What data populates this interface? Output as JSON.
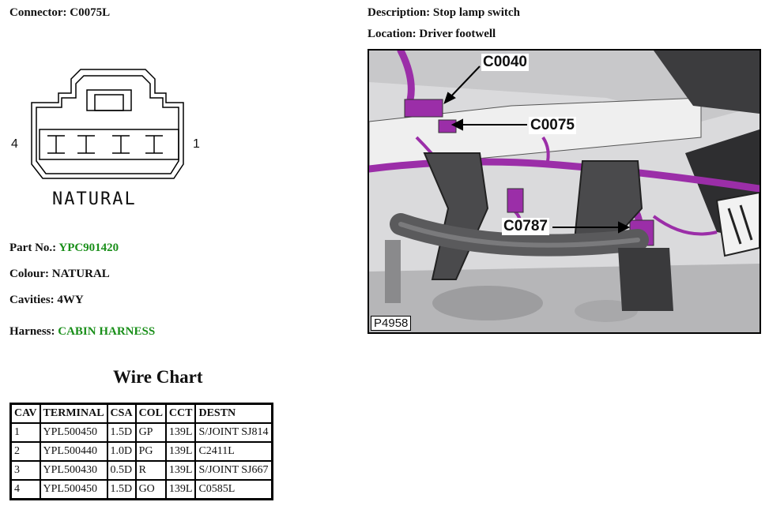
{
  "connector": {
    "label": "Connector:",
    "value": "C0075L"
  },
  "description": {
    "label": "Description:",
    "value": "Stop lamp switch"
  },
  "location": {
    "label": "Location:",
    "value": "Driver footwell"
  },
  "diagram": {
    "color_text": "NATURAL",
    "pin_left": "4",
    "pin_right": "1"
  },
  "part_no": {
    "label": "Part No.:",
    "value": "YPC901420"
  },
  "colour": {
    "label": "Colour:",
    "value": "NATURAL"
  },
  "cavities": {
    "label": "Cavities:",
    "value": "4WY"
  },
  "harness": {
    "label": "Harness:",
    "value": "CABIN HARNESS"
  },
  "wire_chart": {
    "title": "Wire Chart",
    "headers": [
      "CAV",
      "TERMINAL",
      "CSA",
      "COL",
      "CCT",
      "DESTN"
    ],
    "rows": [
      [
        "1",
        "YPL500450",
        "1.5D",
        "GP",
        "139L",
        "S/JOINT SJ814"
      ],
      [
        "2",
        "YPL500440",
        "1.0D",
        "PG",
        "139L",
        "C2411L"
      ],
      [
        "3",
        "YPL500430",
        "0.5D",
        "R",
        "139L",
        "S/JOINT SJ667"
      ],
      [
        "4",
        "YPL500450",
        "1.5D",
        "GO",
        "139L",
        "C0585L"
      ]
    ]
  },
  "photo": {
    "callouts": [
      "C0040",
      "C0075",
      "C0787"
    ],
    "ref": "P4958",
    "colors": {
      "harness": "#9b2ea8",
      "metal": "#d4d4d6",
      "dark": "#444444"
    }
  }
}
